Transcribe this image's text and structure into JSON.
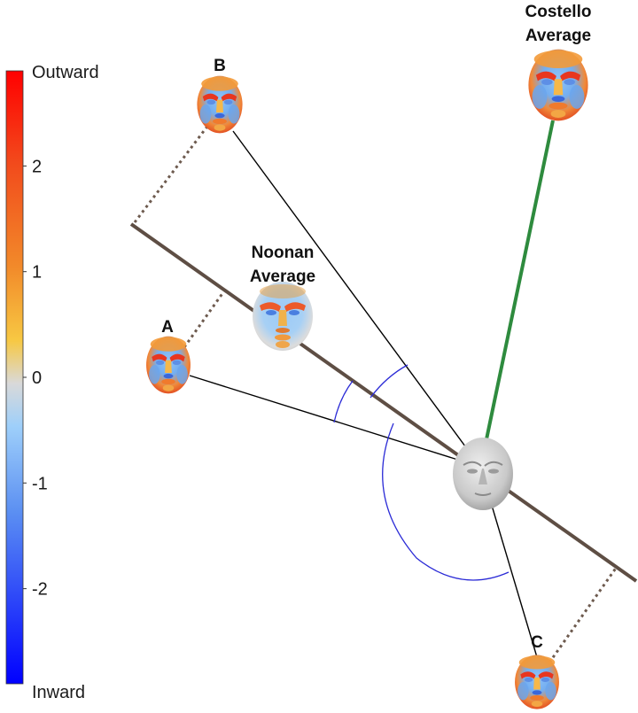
{
  "colorbar": {
    "top_label": "Outward",
    "bottom_label": "Inward",
    "ticks": [
      "2",
      "1",
      "0",
      "-1",
      "-2"
    ],
    "tick_values": [
      2,
      1,
      0,
      -1,
      -2
    ],
    "range": [
      -2.9,
      2.9
    ],
    "color_stops": [
      "#0000ff",
      "#3f6ef5",
      "#9ecffa",
      "#d9d9d9",
      "#f7c843",
      "#f26b1f",
      "#ff0000"
    ]
  },
  "labels": {
    "costello": [
      "Costello",
      "Average"
    ],
    "noonan": [
      "Noonan",
      "Average"
    ],
    "a": "A",
    "b": "B",
    "c": "C"
  },
  "colors": {
    "axis_line": "#5e4e44",
    "dotted_line": "#6d5a4e",
    "costello_line": "#2e8b3e",
    "thin_line": "#000000",
    "angle_arc": "#2a2ad6",
    "face_neutral": "#cfcfcf"
  }
}
